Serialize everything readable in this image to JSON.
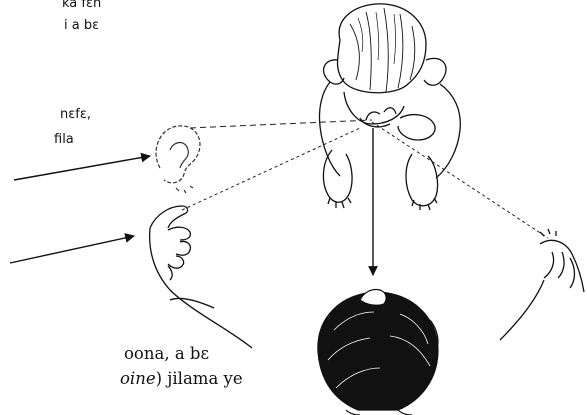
{
  "upper_text": {
    "line1": "ka fɛn",
    "line2": "i a bɛ",
    "line3": "nɛfɛ,",
    "line4": "fila"
  },
  "lower_text": {
    "line1": "oona, a bɛ",
    "line2_italic": "oine",
    "line2_rest": ") jilama ye"
  },
  "illustration": {
    "description_icons": [
      "ear-icon",
      "hand-icon",
      "ear-icon",
      "head-icon"
    ],
    "stroke_color": "#111111"
  }
}
